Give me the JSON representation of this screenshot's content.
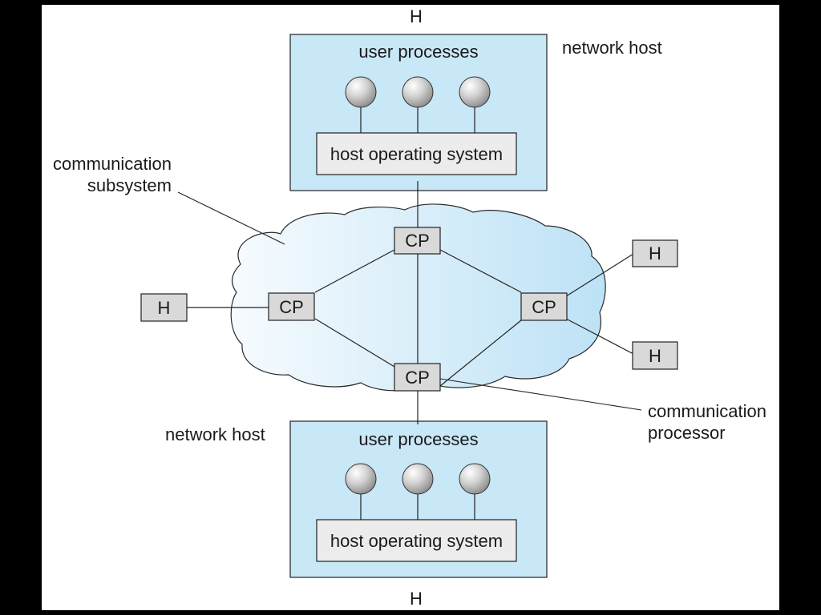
{
  "diagram": {
    "top_host_label": "H",
    "bottom_host_label": "H",
    "network_host_top": "network host",
    "network_host_bottom": "network host",
    "user_processes_top": "user processes",
    "user_processes_bottom": "user processes",
    "host_os_top": "host operating system",
    "host_os_bottom": "host operating system",
    "comm_subsystem_line1": "communication",
    "comm_subsystem_line2": "subsystem",
    "comm_processor_line1": "communication",
    "comm_processor_line2": "processor",
    "cp_top": "CP",
    "cp_left": "CP",
    "cp_right": "CP",
    "cp_bottom": "CP",
    "h_left": "H",
    "h_right_top": "H",
    "h_right_bottom": "H",
    "colors": {
      "host_fill": "#c8e7f7",
      "cloud_left": "#f4f9fd",
      "cloud_right": "#bfe3f6",
      "box_fill": "#d9d9d9",
      "os_fill": "#ececec"
    }
  }
}
